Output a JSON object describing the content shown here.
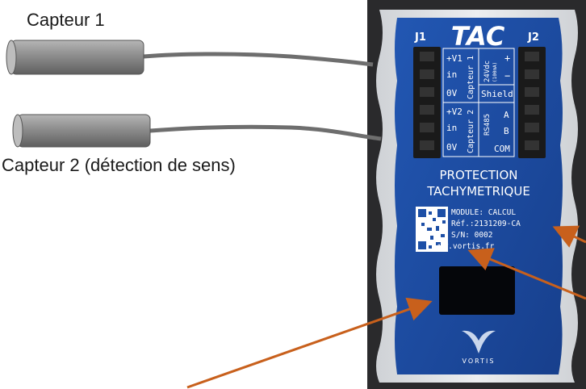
{
  "labels": {
    "sensor1": "Capteur 1",
    "sensor2": "Capteur 2 (détection de sens)"
  },
  "device": {
    "logo": "TAC",
    "j1": "J1",
    "j2": "J2",
    "left_terminals": {
      "v1": "+V1",
      "in1": "in",
      "ov1": "0V",
      "v2": "+V2",
      "in2": "in",
      "ov2": "0V"
    },
    "capteur1": "Capteur 1",
    "capteur2": "Capteur 2",
    "power": "24Vdc",
    "power_note": "(100mA)",
    "plus": "+",
    "minus": "−",
    "shield": "Shield",
    "rs485": "RS485",
    "a": "A",
    "b": "B",
    "com": "COM",
    "title_line1": "PROTECTION",
    "title_line2": "TACHYMETRIQUE",
    "module": "MODULE: CALCUL",
    "ref": "Réf.:2131209-CA",
    "sn": "S/N: 0002",
    "website": "www.vortis.fr",
    "brand": "VORTIS"
  },
  "colors": {
    "panel_blue": "#1d4fa6",
    "housing_grey": "#e4e6ea",
    "arrow_orange": "#c8601c",
    "sensor_grey": "#8a8a8a",
    "cable_grey": "#6e6e6e"
  },
  "icons": [
    "sensor-cylinder-icon",
    "qr-code-icon",
    "vortis-logo-icon",
    "terminal-block-icon"
  ]
}
